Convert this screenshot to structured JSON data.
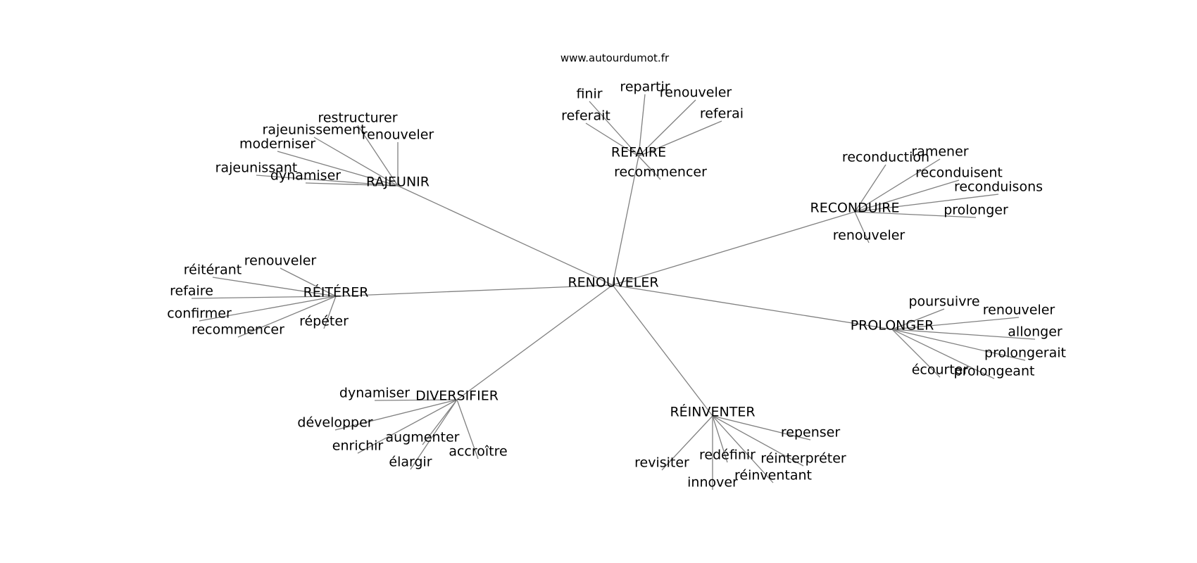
{
  "site_label": "www.autourdumot.fr",
  "root": "RENOUVELER",
  "clusters": [
    {
      "hub": "RAJEUNIR",
      "leaves": [
        "restructurer",
        "rajeunissement",
        "renouveler",
        "moderniser",
        "rajeunissant",
        "dynamiser"
      ]
    },
    {
      "hub": "REFAIRE",
      "leaves": [
        "finir",
        "repartir",
        "renouveler",
        "referait",
        "referai",
        "recommencer"
      ]
    },
    {
      "hub": "RECONDUIRE",
      "leaves": [
        "reconduction",
        "ramener",
        "reconduisent",
        "reconduisons",
        "prolonger",
        "renouveler"
      ]
    },
    {
      "hub": "RÉITÉRER",
      "leaves": [
        "renouveler",
        "réitérant",
        "refaire",
        "confirmer",
        "recommencer",
        "répéter"
      ]
    },
    {
      "hub": "PROLONGER",
      "leaves": [
        "poursuivre",
        "renouveler",
        "allonger",
        "prolongerait",
        "écourter",
        "prolongeant"
      ]
    },
    {
      "hub": "DIVERSIFIER",
      "leaves": [
        "dynamiser",
        "développer",
        "enrichir",
        "augmenter",
        "élargir",
        "accroître"
      ]
    },
    {
      "hub": "RÉINVENTER",
      "leaves": [
        "repenser",
        "revisiter",
        "redéfinir",
        "réinterpréter",
        "réinventant",
        "innover"
      ]
    }
  ]
}
